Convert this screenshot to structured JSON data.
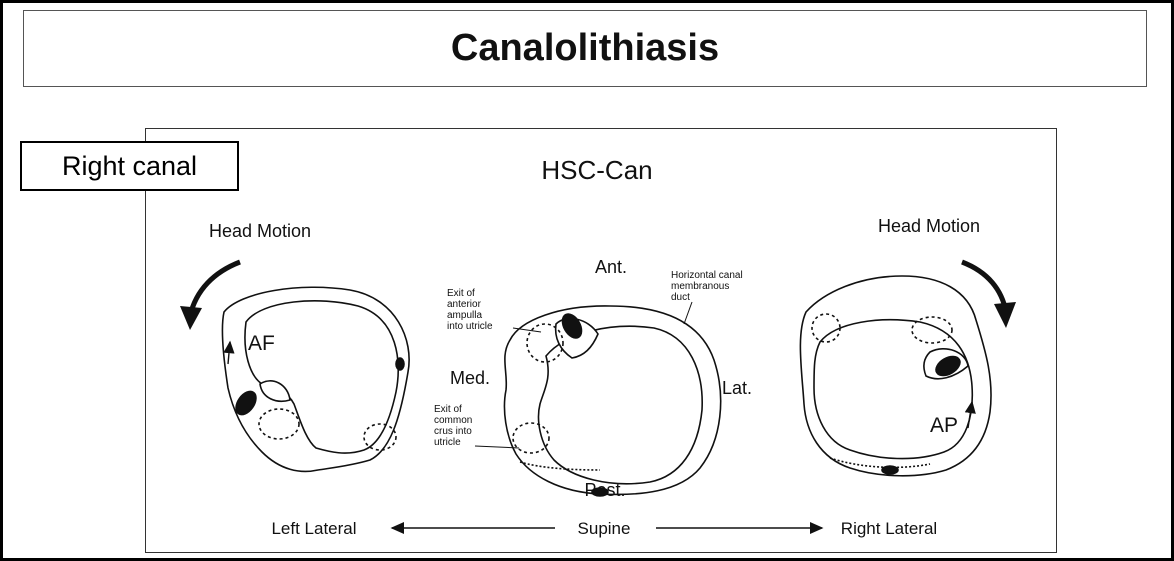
{
  "title": "Canalolithiasis",
  "side_label": "Right canal",
  "figure": {
    "heading": "HSC-Can",
    "head_motion_left": "Head Motion",
    "head_motion_right": "Head Motion",
    "left_canal_label": "AF",
    "right_canal_label": "AP",
    "orientation": {
      "anterior": "Ant.",
      "posterior": "Post.",
      "medial": "Med.",
      "lateral": "Lat."
    },
    "annotations": {
      "exit_anterior": [
        "Exit of",
        "anterior",
        "ampulla",
        "into utricle"
      ],
      "exit_common": [
        "Exit of",
        "common",
        "crus into",
        "utricle"
      ],
      "horizontal_canal": [
        "Horizontal canal",
        "membranous",
        "duct"
      ]
    },
    "positions": {
      "left": "Left Lateral",
      "center": "Supine",
      "right": "Right Lateral"
    }
  }
}
